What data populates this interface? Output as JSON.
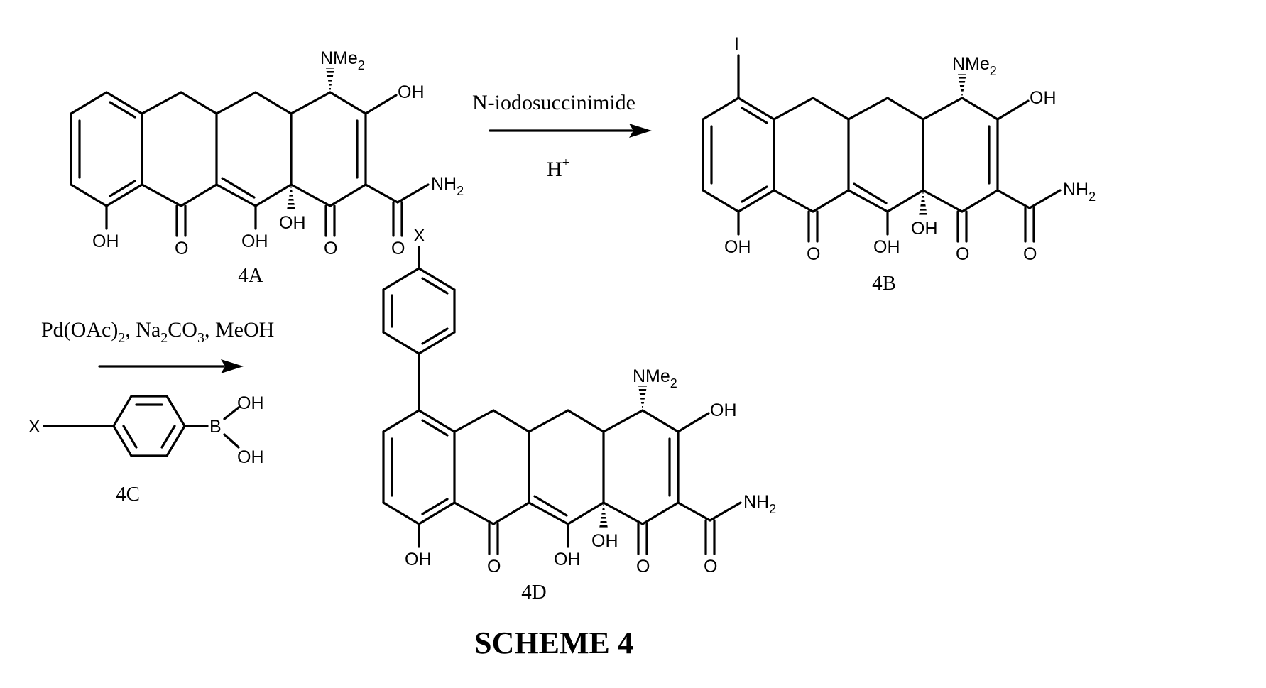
{
  "compounds": {
    "a": {
      "label": "4A",
      "nme2": "NMe",
      "nh2": "NH",
      "subscript2": "2",
      "oh": "OH",
      "o": "O"
    },
    "b": {
      "label": "4B",
      "iodo": "I"
    },
    "c": {
      "label": "4C",
      "x": "X",
      "boron": "B"
    },
    "d": {
      "label": "4D",
      "x": "X"
    }
  },
  "reaction1": {
    "reagent": "N-iodosuccinimide",
    "acid": "H",
    "acid_charge": "+"
  },
  "reaction2": {
    "pd": "Pd(OAc)",
    "sub2": "2",
    "na": ", Na",
    "co": "CO",
    "sub3": "3",
    "meoh": ", MeOH"
  },
  "title": "SCHEME 4"
}
